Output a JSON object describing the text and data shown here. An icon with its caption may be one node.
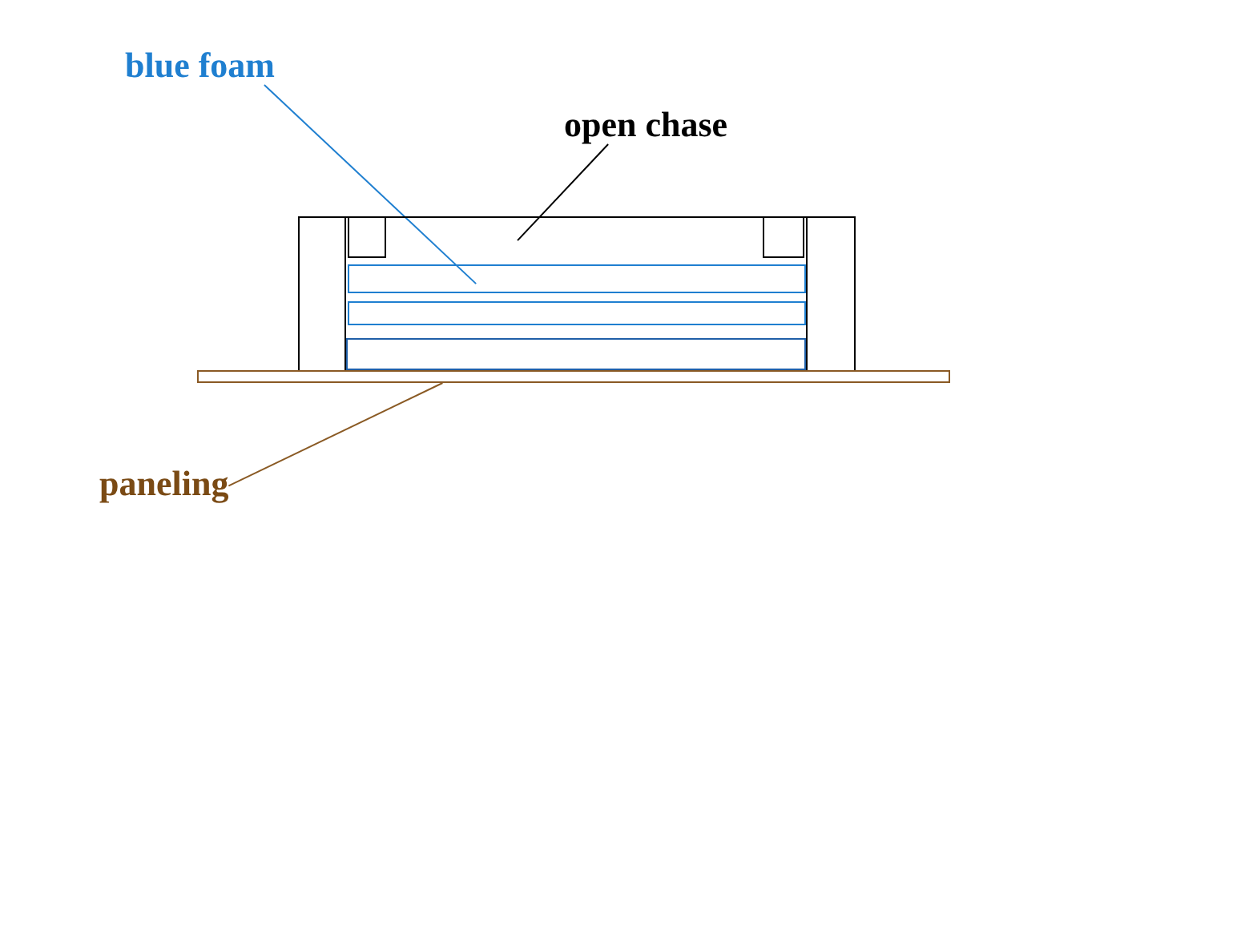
{
  "diagram": {
    "nodes": [
      {
        "text": [
          "blue foam"
        ]
      },
      {
        "text": [
          "open chase"
        ]
      },
      {
        "text": [
          "paneling"
        ]
      },
      {
        "text": [],
        "shape": "bar"
      },
      {
        "text": [],
        "shape": "box"
      },
      {
        "text": [],
        "shape": "bar"
      }
    ],
    "edges": [
      {
        "from": 0,
        "to": 3,
        "arrow": "none",
        "color": "#1f7fd0"
      },
      {
        "from": 1,
        "to": 4,
        "arrow": "none",
        "color": "#000000"
      },
      {
        "from": 2,
        "to": 5,
        "arrow": "none",
        "color": "#8a5a24"
      }
    ]
  }
}
